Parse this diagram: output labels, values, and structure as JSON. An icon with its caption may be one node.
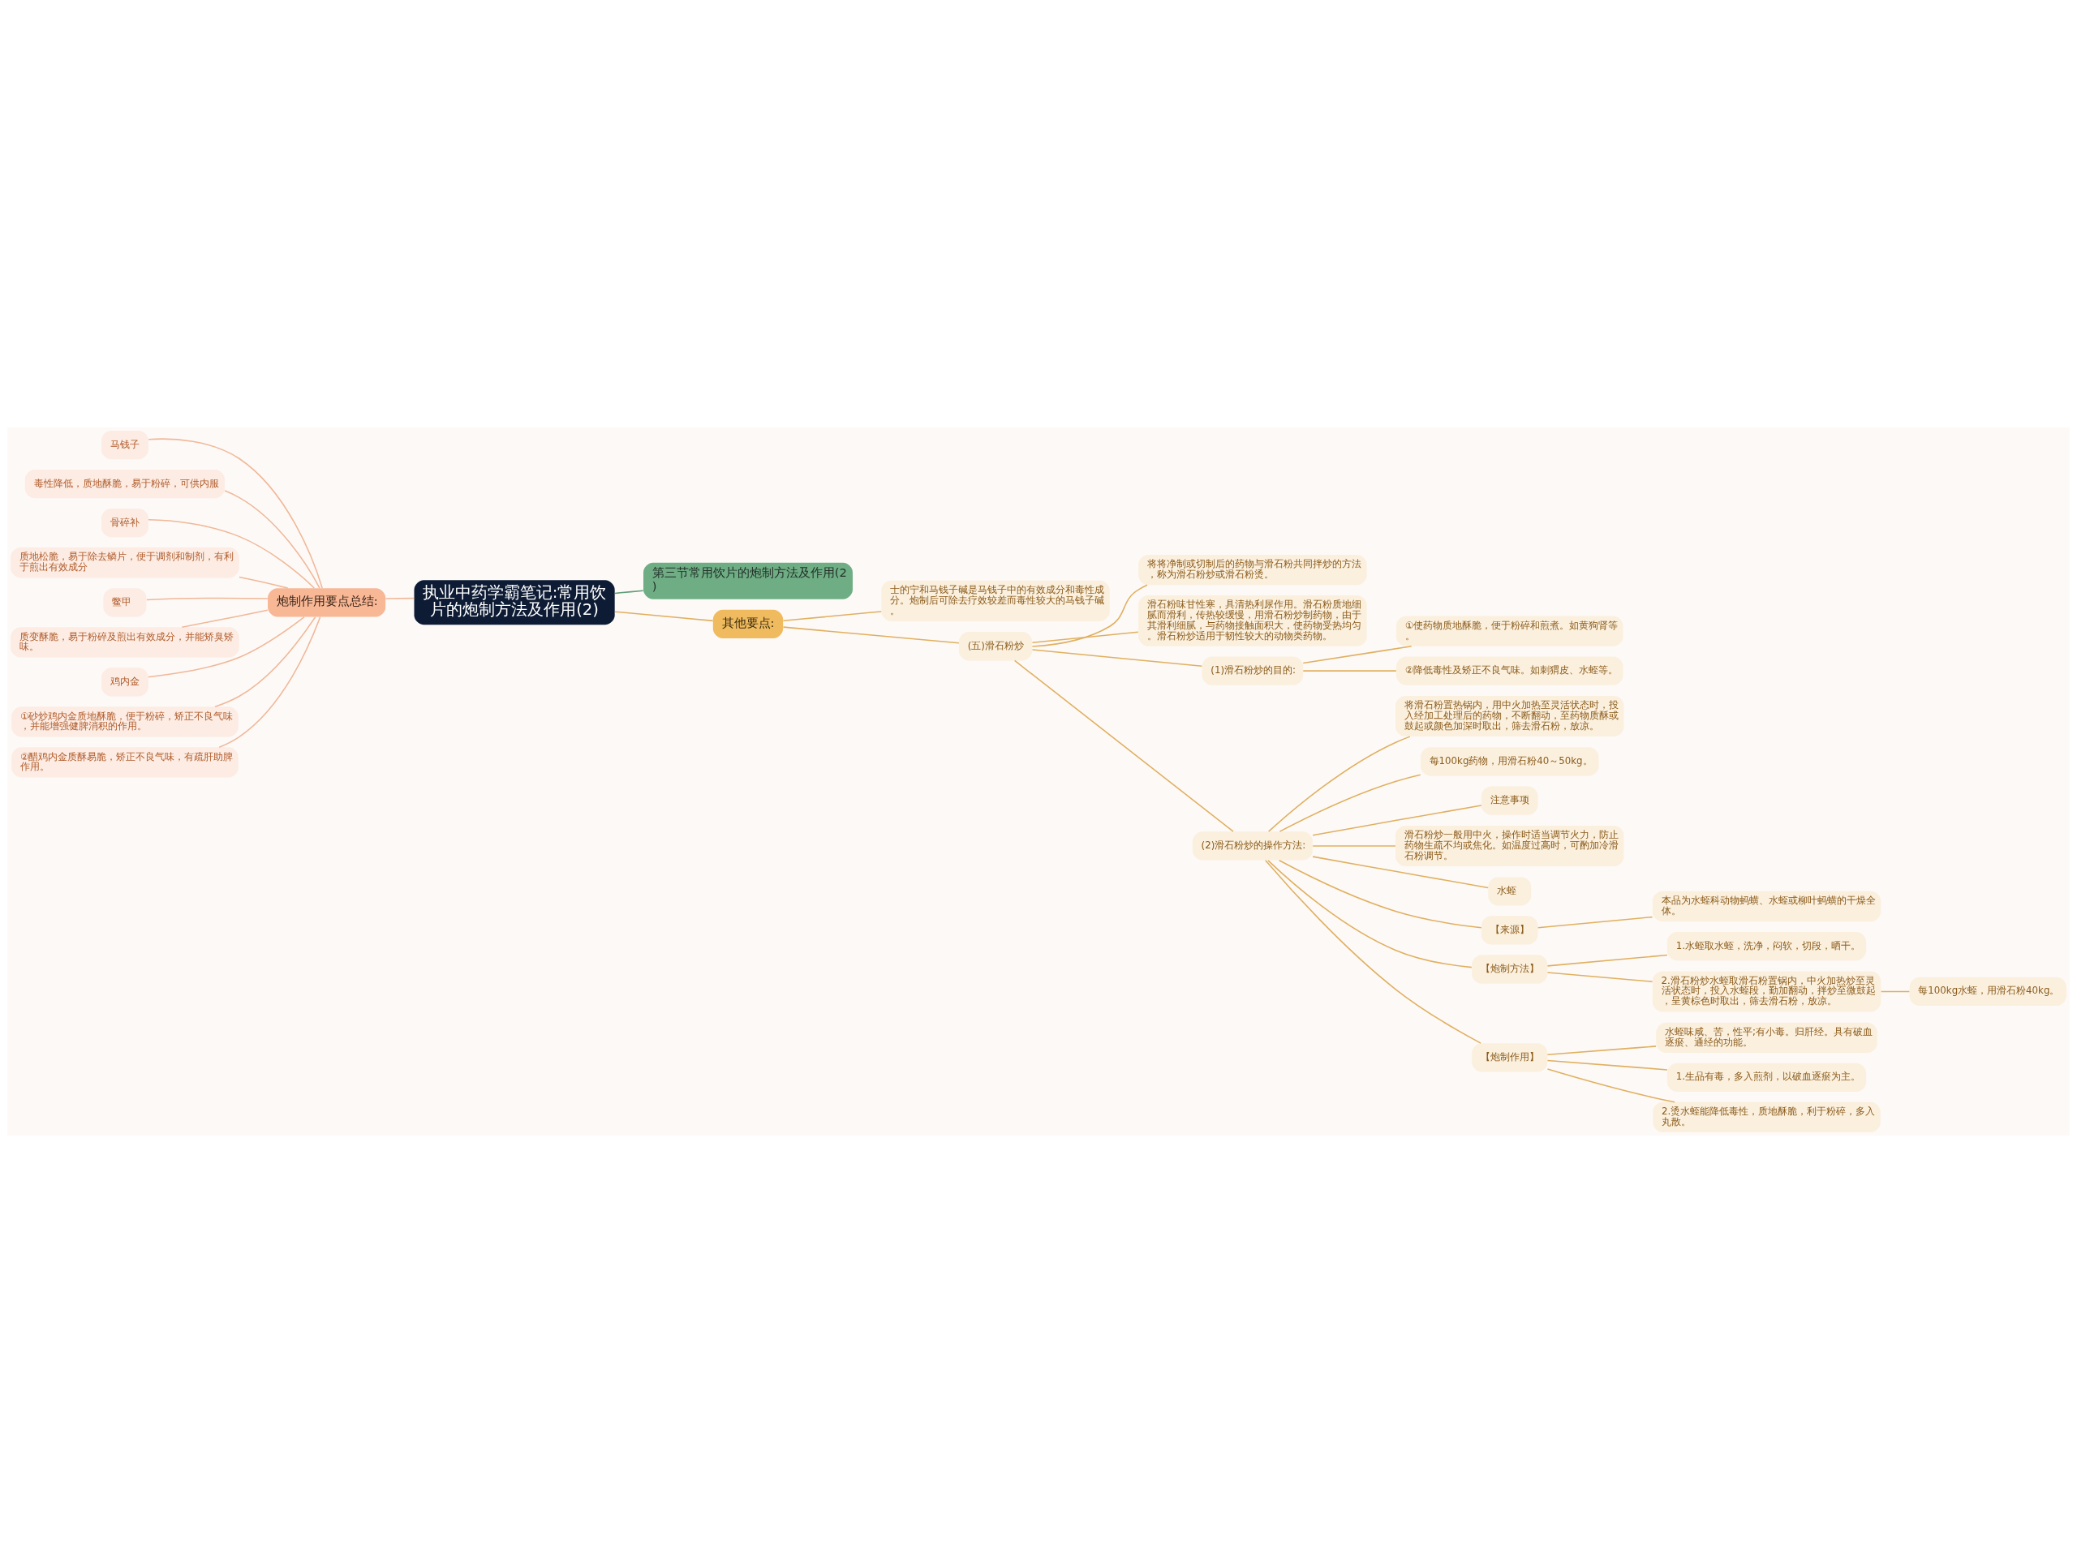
{
  "diagram": {
    "nodes": [
      {
        "text": [
          "执业中药学霸笔记:常用饮片的炮制方法及作用(2)"
        ]
      },
      {
        "text": [
          "第三节常用饮片的炮制方法及作用(2)"
        ]
      },
      {
        "text": [
          "其他要点:"
        ]
      },
      {
        "text": [
          "士的宁和马钱子碱是马钱子中的有效成分和毒性成分。炮制后可除去疗效较差而毒性较大的马钱子碱。"
        ]
      },
      {
        "text": [
          "(五)滑石粉炒"
        ]
      },
      {
        "text": [
          "将将净制或切制后的药物与滑石粉共同拌炒的方法，称为滑石粉炒或滑石粉烫。"
        ]
      },
      {
        "text": [
          "滑石粉味甘性寒，具清热利尿作用。滑石粉质地细腻而滑利，传热较缓慢，用滑石粉炒制药物，由于其滑利细腻，与药物接触面积大，使药物受热均匀。滑石粉炒适用于韧性较大的动物类药物。"
        ]
      },
      {
        "text": [
          "(1)滑石粉炒的目的:"
        ]
      },
      {
        "text": [
          "①使药物质地酥脆，便于粉碎和煎煮。如黄狗肾等。"
        ]
      },
      {
        "text": [
          "②降低毒性及矫正不良气味。如刺猬皮、水蛭等。"
        ]
      },
      {
        "text": [
          "(2)滑石粉炒的操作方法:"
        ]
      },
      {
        "text": [
          "将滑石粉置热锅内，用中火加热至灵活状态时，投入经加工处理后的药物，不断翻动，至药物质酥或鼓起或颜色加深时取出，筛去滑石粉，放凉。"
        ]
      },
      {
        "text": [
          "每100kg药物，用滑石粉40～50kg。"
        ]
      },
      {
        "text": [
          "注意事项"
        ]
      },
      {
        "text": [
          "滑石粉炒一般用中火，操作时适当调节火力，防止药物生疏不均或焦化。如温度过高时，可酌加冷滑石粉调节。"
        ]
      },
      {
        "text": [
          "水蛭"
        ]
      },
      {
        "text": [
          "【来源】"
        ]
      },
      {
        "text": [
          "本品为水蛭科动物蚂蟥、水蛭或柳叶蚂蟥的干燥全体。"
        ]
      },
      {
        "text": [
          "【炮制方法】"
        ]
      },
      {
        "text": [
          "1.水蛭取水蛭，洗净，闷软，切段，晒干。"
        ]
      },
      {
        "text": [
          "2.滑石粉炒水蛭取滑石粉置锅内，中火加热炒至灵活状态时，投入水蛭段，勤加翻动，拌炒至微鼓起，呈黄棕色时取出，筛去滑石粉，放凉。"
        ]
      },
      {
        "text": [
          "每100kg水蛭，用滑石粉40kg。"
        ]
      },
      {
        "text": [
          "【炮制作用】"
        ]
      },
      {
        "text": [
          "水蛭味咸、苦，性平;有小毒。归肝经。具有破血逐瘀、通经的功能。"
        ]
      },
      {
        "text": [
          "1.生品有毒，多入煎剂，以破血逐瘀为主。"
        ]
      },
      {
        "text": [
          "2.烫水蛭能降低毒性，质地酥脆，利于粉碎，多入丸散。"
        ]
      },
      {
        "text": [
          "炮制作用要点总结:"
        ]
      },
      {
        "text": [
          "马钱子"
        ]
      },
      {
        "text": [
          "毒性降低，质地酥脆，易于粉碎，可供内服"
        ]
      },
      {
        "text": [
          "骨碎补"
        ]
      },
      {
        "text": [
          "质地松脆，易于除去鳞片，便于调剂和制剂，有利于煎出有效成分"
        ]
      },
      {
        "text": [
          "鳖甲"
        ]
      },
      {
        "text": [
          "质变酥脆，易于粉碎及煎出有效成分，并能矫臭矫味。"
        ]
      },
      {
        "text": [
          "鸡内金"
        ]
      },
      {
        "text": [
          "①砂炒鸡内金质地酥脆，便于粉碎，矫正不良气味，并能增强健脾消积的作用。"
        ]
      },
      {
        "text": [
          "②醋鸡内金质酥易脆，矫正不良气味，有疏肝助脾作用。"
        ]
      }
    ],
    "edges": [
      {
        "from": 0,
        "to": 1,
        "arrow": "none",
        "color": "#5f9f78"
      },
      {
        "from": 0,
        "to": 2,
        "arrow": "none"
      },
      {
        "from": 2,
        "to": 3,
        "arrow": "none"
      },
      {
        "from": 2,
        "to": 4,
        "arrow": "none"
      },
      {
        "from": 4,
        "to": 5,
        "arrow": "none"
      },
      {
        "from": 4,
        "to": 6,
        "arrow": "none"
      },
      {
        "from": 4,
        "to": 7,
        "arrow": "none"
      },
      {
        "from": 7,
        "to": 8,
        "arrow": "none"
      },
      {
        "from": 7,
        "to": 9,
        "arrow": "none"
      },
      {
        "from": 4,
        "to": 10,
        "arrow": "none"
      },
      {
        "from": 10,
        "to": 11,
        "arrow": "none"
      },
      {
        "from": 10,
        "to": 12,
        "arrow": "none"
      },
      {
        "from": 10,
        "to": 13,
        "arrow": "none"
      },
      {
        "from": 10,
        "to": 14,
        "arrow": "none"
      },
      {
        "from": 10,
        "to": 15,
        "arrow": "none"
      },
      {
        "from": 10,
        "to": 16,
        "arrow": "none"
      },
      {
        "from": 16,
        "to": 17,
        "arrow": "none"
      },
      {
        "from": 10,
        "to": 18,
        "arrow": "none"
      },
      {
        "from": 18,
        "to": 19,
        "arrow": "none"
      },
      {
        "from": 18,
        "to": 20,
        "arrow": "none"
      },
      {
        "from": 20,
        "to": 21,
        "arrow": "none"
      },
      {
        "from": 10,
        "to": 22,
        "arrow": "none"
      },
      {
        "from": 22,
        "to": 23,
        "arrow": "none"
      },
      {
        "from": 22,
        "to": 24,
        "arrow": "none"
      },
      {
        "from": 22,
        "to": 25,
        "arrow": "none"
      },
      {
        "from": 0,
        "to": 26,
        "arrow": "none",
        "color": "#f0b898"
      },
      {
        "from": 26,
        "to": 27,
        "arrow": "none",
        "color": "#f0b898"
      },
      {
        "from": 26,
        "to": 28,
        "arrow": "none",
        "color": "#f0b898"
      },
      {
        "from": 26,
        "to": 29,
        "arrow": "none",
        "color": "#f0b898"
      },
      {
        "from": 26,
        "to": 30,
        "arrow": "none",
        "color": "#f0b898"
      },
      {
        "from": 26,
        "to": 31,
        "arrow": "none",
        "color": "#f0b898"
      },
      {
        "from": 26,
        "to": 32,
        "arrow": "none",
        "color": "#f0b898"
      },
      {
        "from": 26,
        "to": 33,
        "arrow": "none",
        "color": "#f0b898"
      },
      {
        "from": 26,
        "to": 34,
        "arrow": "none",
        "color": "#f0b898"
      },
      {
        "from": 26,
        "to": 35,
        "arrow": "none",
        "color": "#f0b898"
      }
    ]
  }
}
